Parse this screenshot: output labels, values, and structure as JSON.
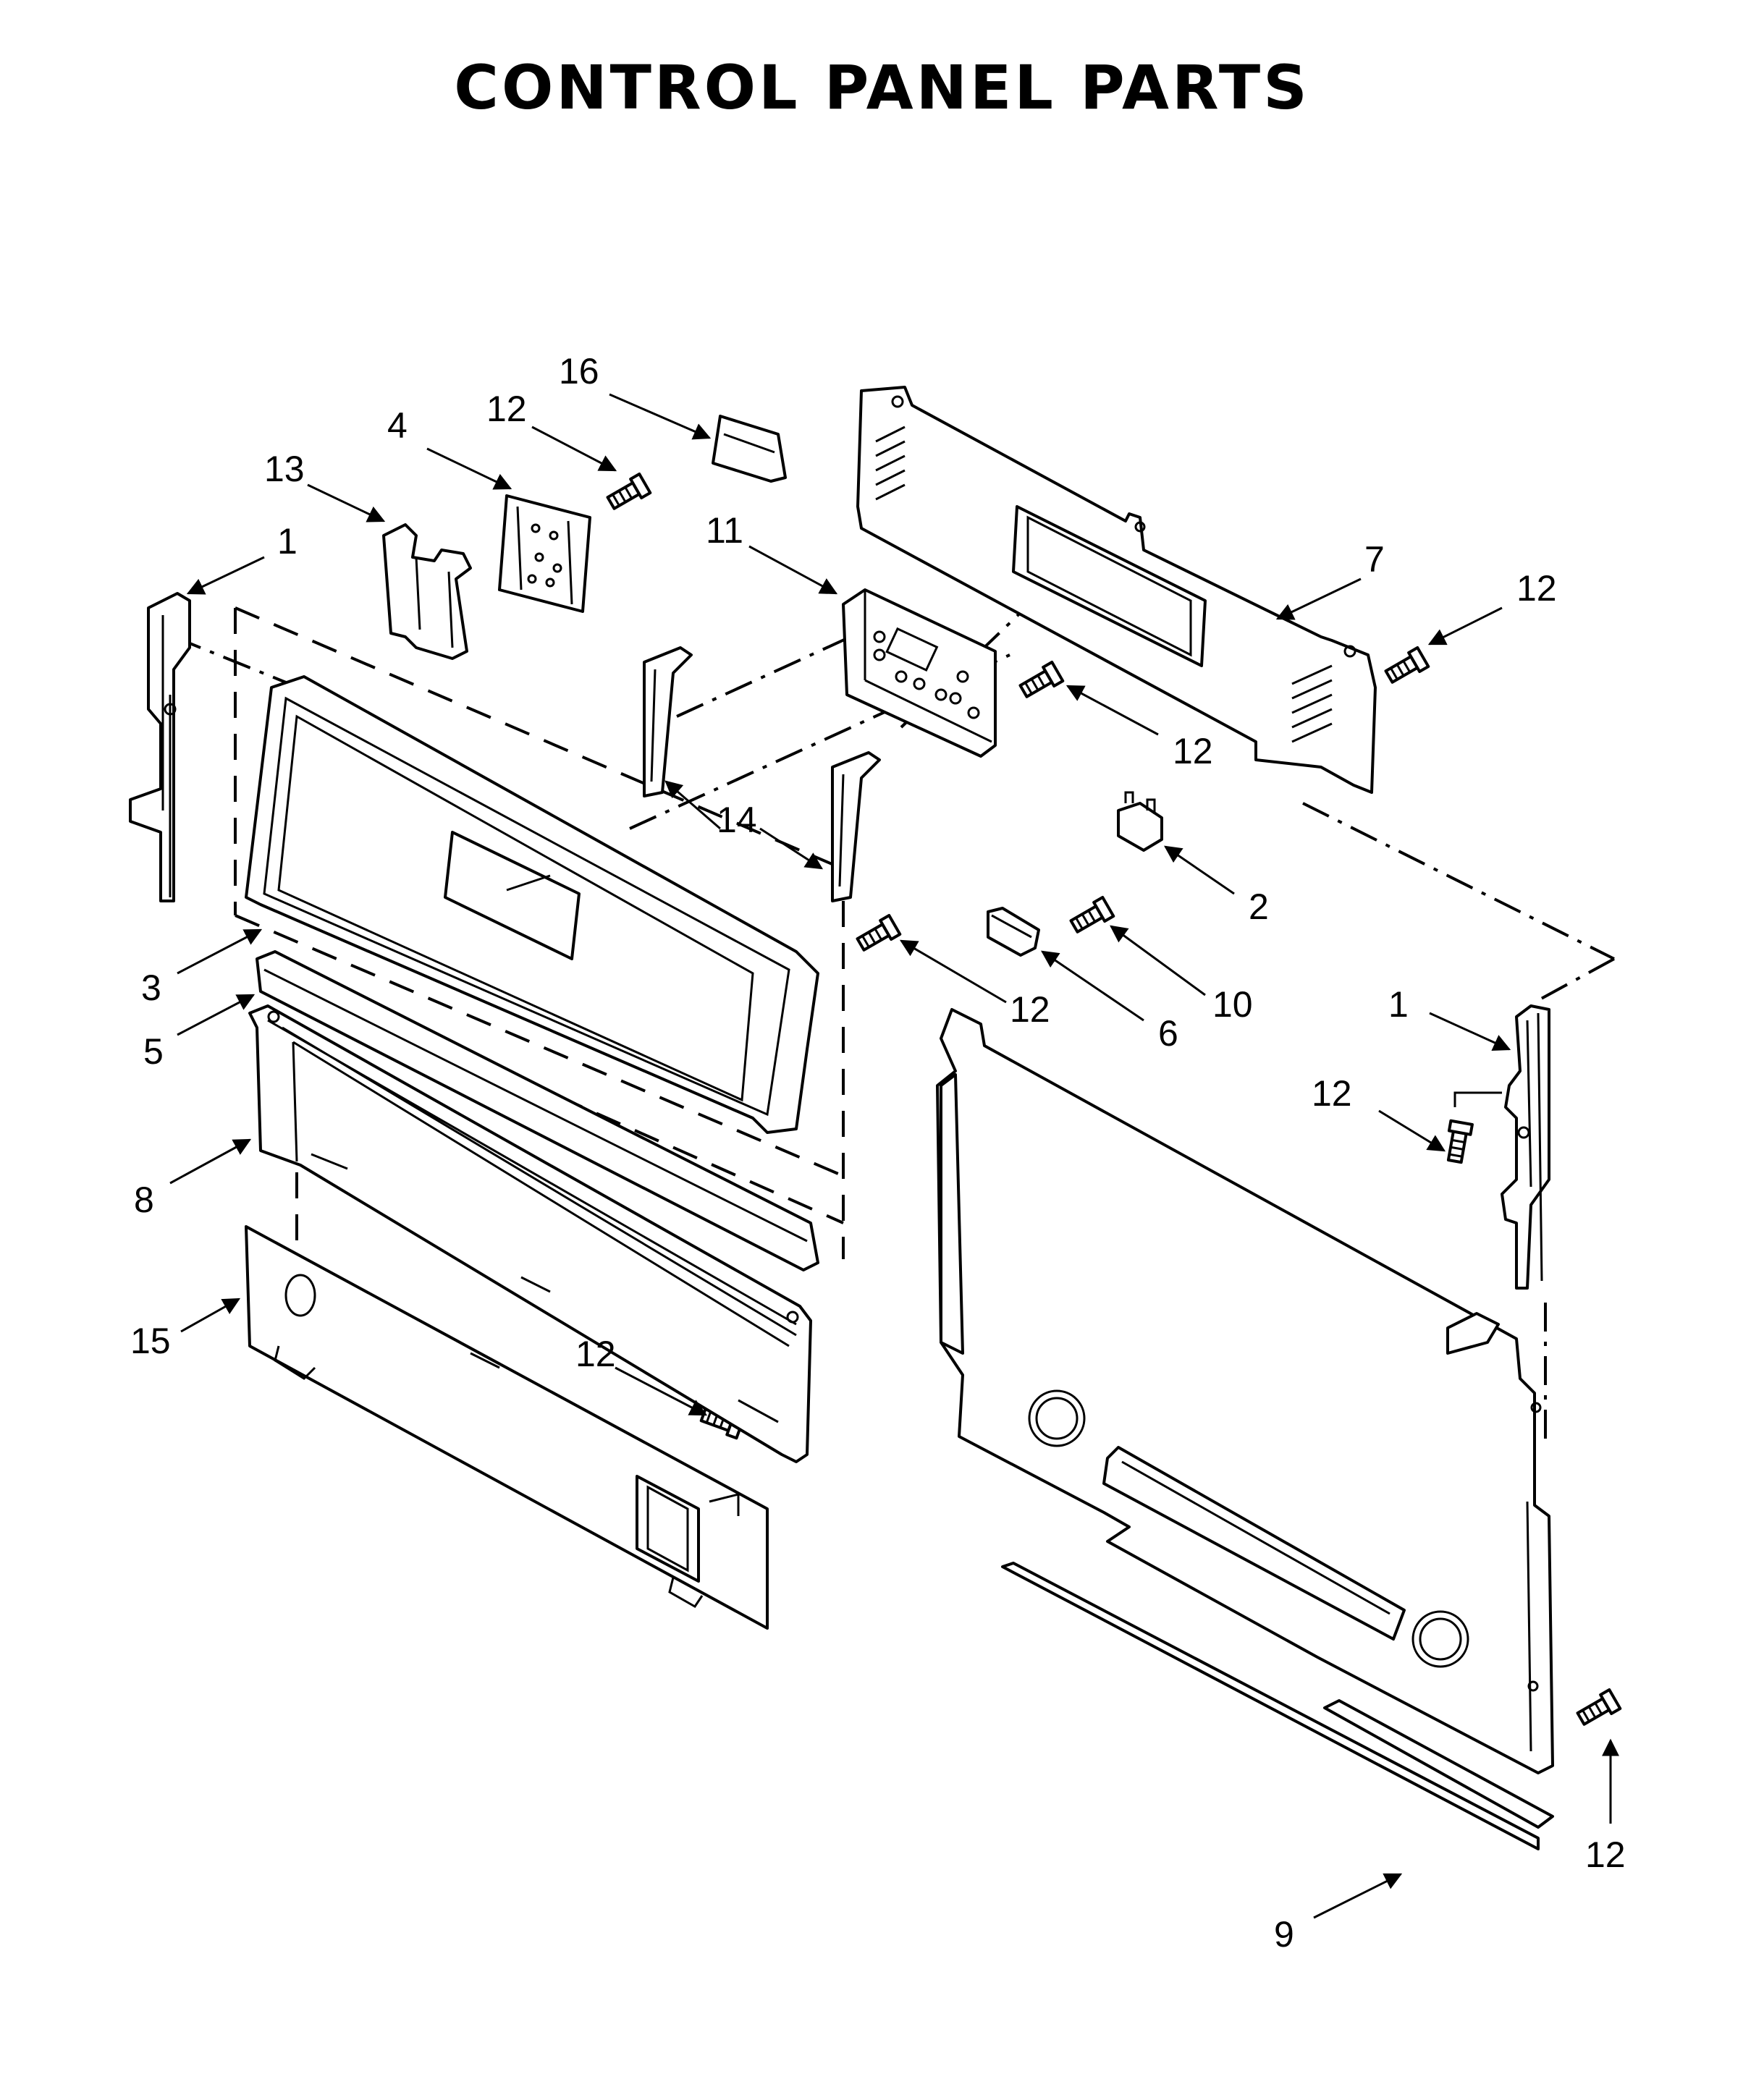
{
  "title": "CONTROL PANEL PARTS",
  "callouts": [
    {
      "id": "c16",
      "label": "16"
    },
    {
      "id": "c12a",
      "label": "12"
    },
    {
      "id": "c4",
      "label": "4"
    },
    {
      "id": "c13",
      "label": "13"
    },
    {
      "id": "c1a",
      "label": "1"
    },
    {
      "id": "c11",
      "label": "11"
    },
    {
      "id": "c7",
      "label": "7"
    },
    {
      "id": "c12b",
      "label": "12"
    },
    {
      "id": "c12c",
      "label": "12"
    },
    {
      "id": "c14",
      "label": "14"
    },
    {
      "id": "c2",
      "label": "2"
    },
    {
      "id": "c3",
      "label": "3"
    },
    {
      "id": "c5",
      "label": "5"
    },
    {
      "id": "c12d",
      "label": "12"
    },
    {
      "id": "c6",
      "label": "6"
    },
    {
      "id": "c10",
      "label": "10"
    },
    {
      "id": "c1b",
      "label": "1"
    },
    {
      "id": "c12e",
      "label": "12"
    },
    {
      "id": "c8",
      "label": "8"
    },
    {
      "id": "c15",
      "label": "15"
    },
    {
      "id": "c12f",
      "label": "12"
    },
    {
      "id": "c12g",
      "label": "12"
    },
    {
      "id": "c9",
      "label": "9"
    }
  ]
}
